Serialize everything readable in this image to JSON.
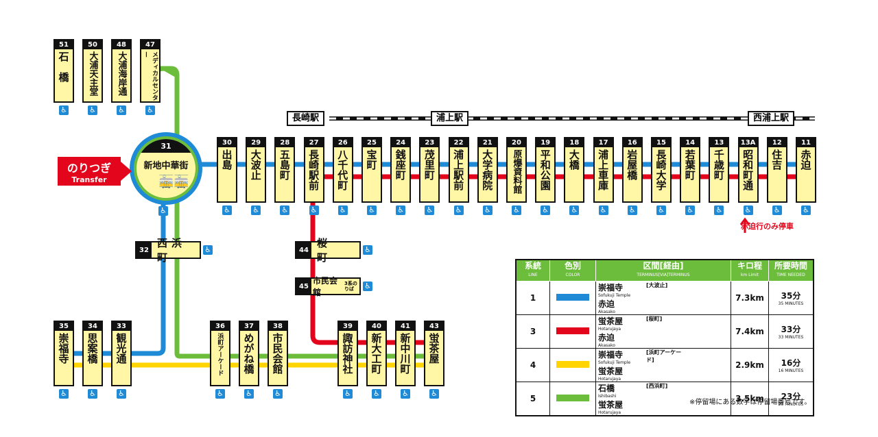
{
  "hub": {
    "num": "31",
    "name": "新地中華街",
    "icon": "tram-icon"
  },
  "transfer": {
    "label": "のりつぎ",
    "label_en": "Transfer"
  },
  "jr": {
    "a": "長崎駅",
    "b": "浦上駅",
    "c": "西浦上駅"
  },
  "top_left": [
    {
      "num": "51",
      "name": "石　橋"
    },
    {
      "num": "50",
      "name": "大浦天主堂"
    },
    {
      "num": "48",
      "name": "大浦海岸通"
    },
    {
      "num": "47",
      "name": "メディカルセンター"
    }
  ],
  "main": [
    {
      "num": "30",
      "name": "出島"
    },
    {
      "num": "29",
      "name": "大波止"
    },
    {
      "num": "28",
      "name": "五島町"
    },
    {
      "num": "27",
      "name": "長崎駅前"
    },
    {
      "num": "26",
      "name": "八千代町"
    },
    {
      "num": "25",
      "name": "宝町"
    },
    {
      "num": "24",
      "name": "銭座町"
    },
    {
      "num": "23",
      "name": "茂里町"
    },
    {
      "num": "22",
      "name": "浦上駅前"
    },
    {
      "num": "21",
      "name": "大学病院"
    },
    {
      "num": "20",
      "name": "原爆資料館"
    },
    {
      "num": "19",
      "name": "平和公園"
    },
    {
      "num": "18",
      "name": "大橋"
    },
    {
      "num": "17",
      "name": "浦上車庫"
    },
    {
      "num": "16",
      "name": "岩屋橋"
    },
    {
      "num": "15",
      "name": "長崎大学"
    },
    {
      "num": "14",
      "name": "若葉町"
    },
    {
      "num": "13",
      "name": "千歳町"
    },
    {
      "num": "13A",
      "name": "昭和町通"
    },
    {
      "num": "12",
      "name": "住吉"
    },
    {
      "num": "11",
      "name": "赤迫"
    }
  ],
  "nishihama": {
    "num": "32",
    "name": "西浜町"
  },
  "sakura": {
    "num": "44",
    "name": "桜　町"
  },
  "shimin": {
    "num": "45",
    "name": "市民会館",
    "sub": "3系のりば"
  },
  "bottom_left": [
    {
      "num": "35",
      "name": "崇福寺"
    },
    {
      "num": "34",
      "name": "思案橋"
    },
    {
      "num": "33",
      "name": "観光通"
    }
  ],
  "bottom_mid": [
    {
      "num": "36",
      "name": "浜町アーケード"
    },
    {
      "num": "37",
      "name": "めがね橋"
    },
    {
      "num": "38",
      "name": "市民会館"
    }
  ],
  "bottom_right": [
    {
      "num": "39",
      "name": "諏訪神社"
    },
    {
      "num": "40",
      "name": "新大工町"
    },
    {
      "num": "41",
      "name": "新中川町"
    },
    {
      "num": "43",
      "name": "蛍茶屋"
    }
  ],
  "wheelchair_icon": "wheelchair-icon",
  "note_akasako": "赤迫行のみ停車",
  "legend": {
    "headers": [
      {
        "jp": "系統",
        "en": "LINE"
      },
      {
        "jp": "色別",
        "en": "COLOR"
      },
      {
        "jp": "区間[経由]",
        "en": "TERMINUS[VIA]TERMINUS"
      },
      {
        "jp": "キロ程",
        "en": "km Limit"
      },
      {
        "jp": "所要時間",
        "en": "TIME NEEDED"
      }
    ],
    "rows": [
      {
        "line": "1",
        "color": "#1f8ad6",
        "from": "崇福寺",
        "from_en": "Sofukuji Temple",
        "via": "[大波止]",
        "to": "赤迫",
        "to_en": "Akasako",
        "km": "7.3km",
        "time": "35分",
        "time_en": "35 MINUTES"
      },
      {
        "line": "3",
        "color": "#e3051b",
        "from": "蛍茶屋",
        "from_en": "Hotarujaya",
        "via": "[桜町]",
        "to": "赤迫",
        "to_en": "Akasako",
        "km": "7.4km",
        "time": "33分",
        "time_en": "33 MINUTES"
      },
      {
        "line": "4",
        "color": "#ffd400",
        "from": "崇福寺",
        "from_en": "Sofukuji Temple",
        "via": "[浜町アーケード]",
        "to": "蛍茶屋",
        "to_en": "Hotarujaya",
        "km": "2.9km",
        "time": "16分",
        "time_en": "16 MINUTES"
      },
      {
        "line": "5",
        "color": "#6cbd3c",
        "from": "石橋",
        "from_en": "Ishibashi",
        "via": "[西浜町]",
        "to": "蛍茶屋",
        "to_en": "Hotarujaya",
        "km": "3.5km",
        "time": "23分",
        "time_en": "23 MINUTES"
      }
    ]
  },
  "footnote": "※停留場にある数字は停留場番号です。"
}
